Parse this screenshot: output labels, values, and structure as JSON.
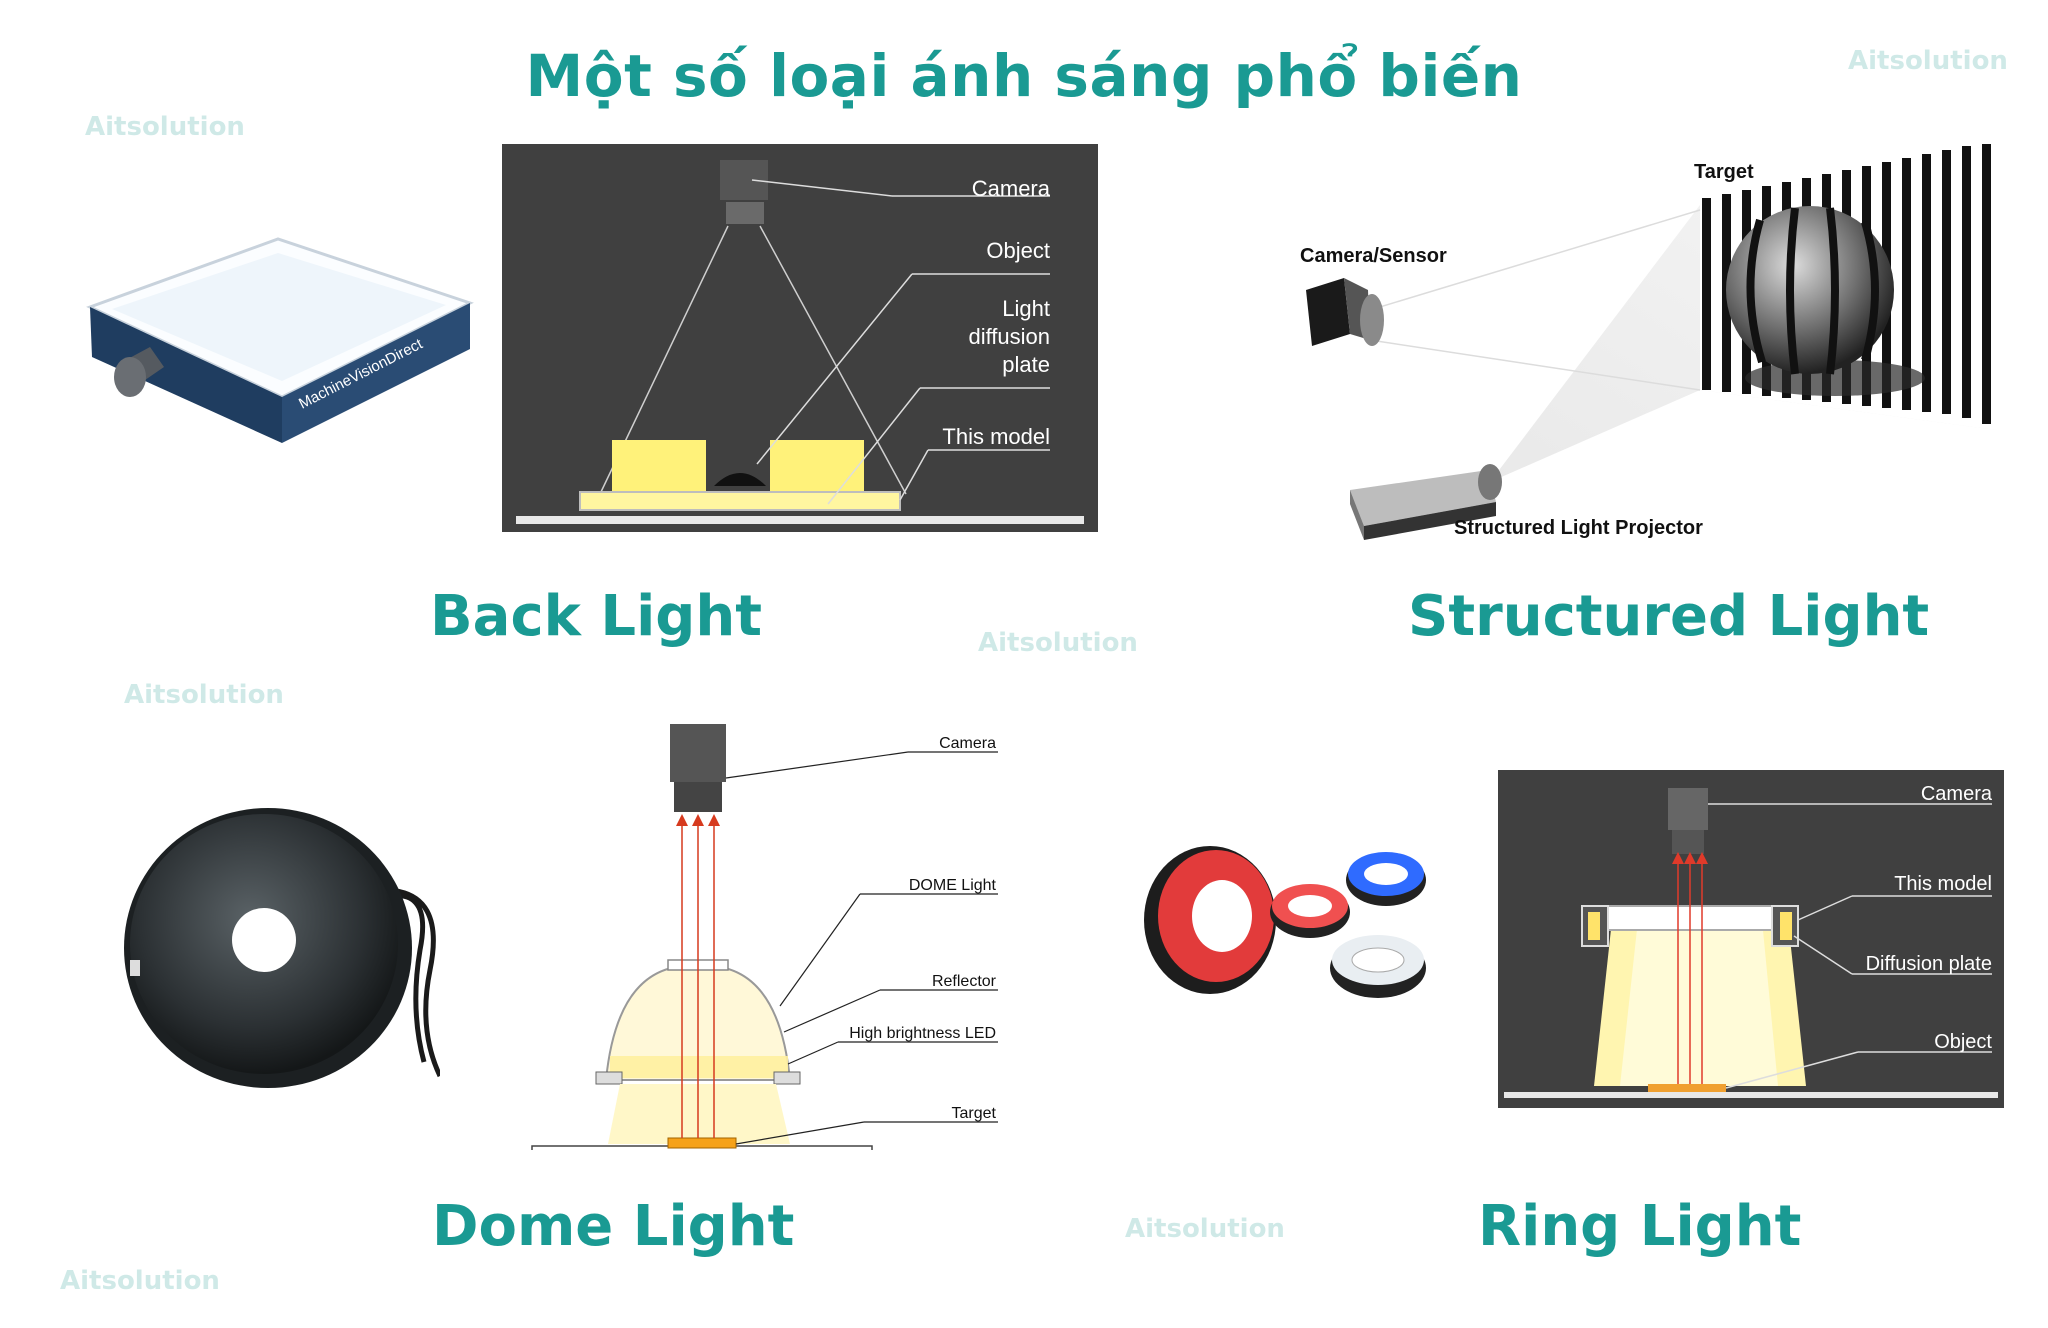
{
  "title": "Một số loại ánh sáng phổ biến",
  "watermark": "Aitsolution",
  "colors": {
    "accent": "#1a9a93",
    "panel": "#3f3f3f",
    "light": "#fff48a"
  },
  "sections": {
    "back_light": {
      "caption": "Back Light",
      "product_brand": "MachineVisionDirect",
      "labels": {
        "camera": "Camera",
        "object": "Object",
        "diffusion_1": "Light",
        "diffusion_2": "diffusion",
        "diffusion_3": "plate",
        "model": "This model"
      }
    },
    "structured_light": {
      "caption": "Structured Light",
      "labels": {
        "target": "Target",
        "camera": "Camera/Sensor",
        "projector": "Structured Light Projector"
      }
    },
    "dome_light": {
      "caption": "Dome Light",
      "labels": {
        "camera": "Camera",
        "dome": "DOME Light",
        "reflector": "Reflector",
        "led": "High brightness LED",
        "target": "Target"
      }
    },
    "ring_light": {
      "caption": "Ring Light",
      "labels": {
        "camera": "Camera",
        "model": "This model",
        "diffusion": "Diffusion plate",
        "object": "Object"
      }
    }
  }
}
